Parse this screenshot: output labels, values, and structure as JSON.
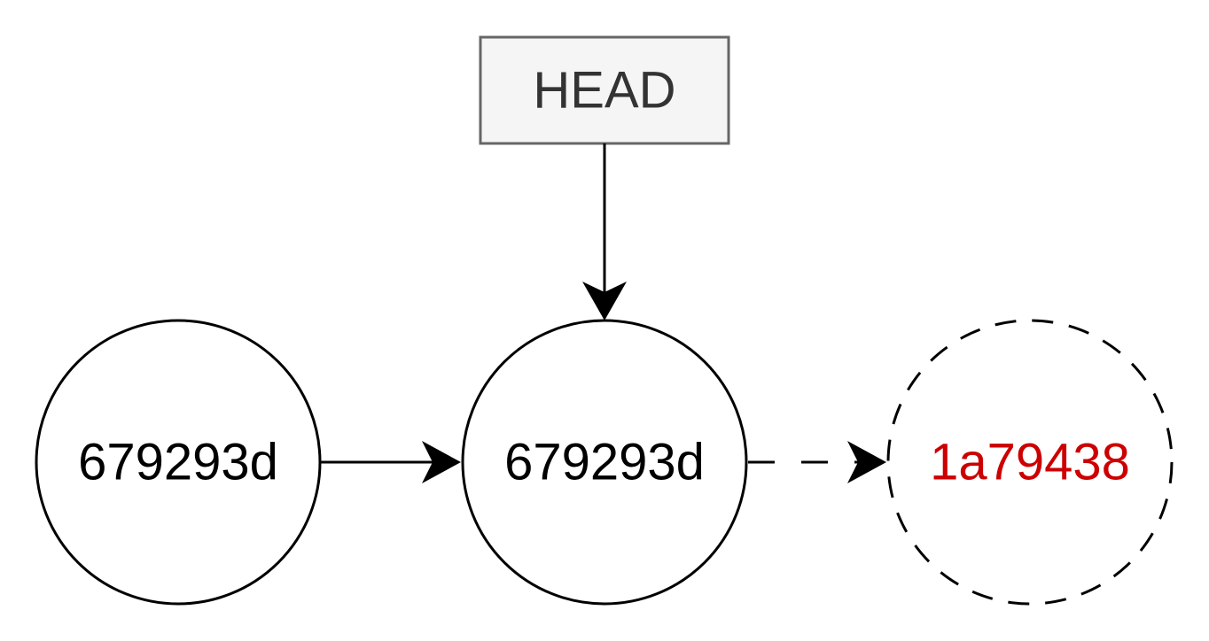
{
  "head": {
    "label": "HEAD"
  },
  "commits": [
    {
      "label": "679293d",
      "style": "solid",
      "text_color": "#000000"
    },
    {
      "label": "679293d",
      "style": "solid",
      "text_color": "#000000"
    },
    {
      "label": "1a79438",
      "style": "dashed",
      "text_color": "#cc0000"
    }
  ],
  "colors": {
    "head_fill": "#f5f5f5",
    "head_stroke": "#666666",
    "head_text": "#333333",
    "stroke": "#000000",
    "detached_text": "#cc0000"
  }
}
